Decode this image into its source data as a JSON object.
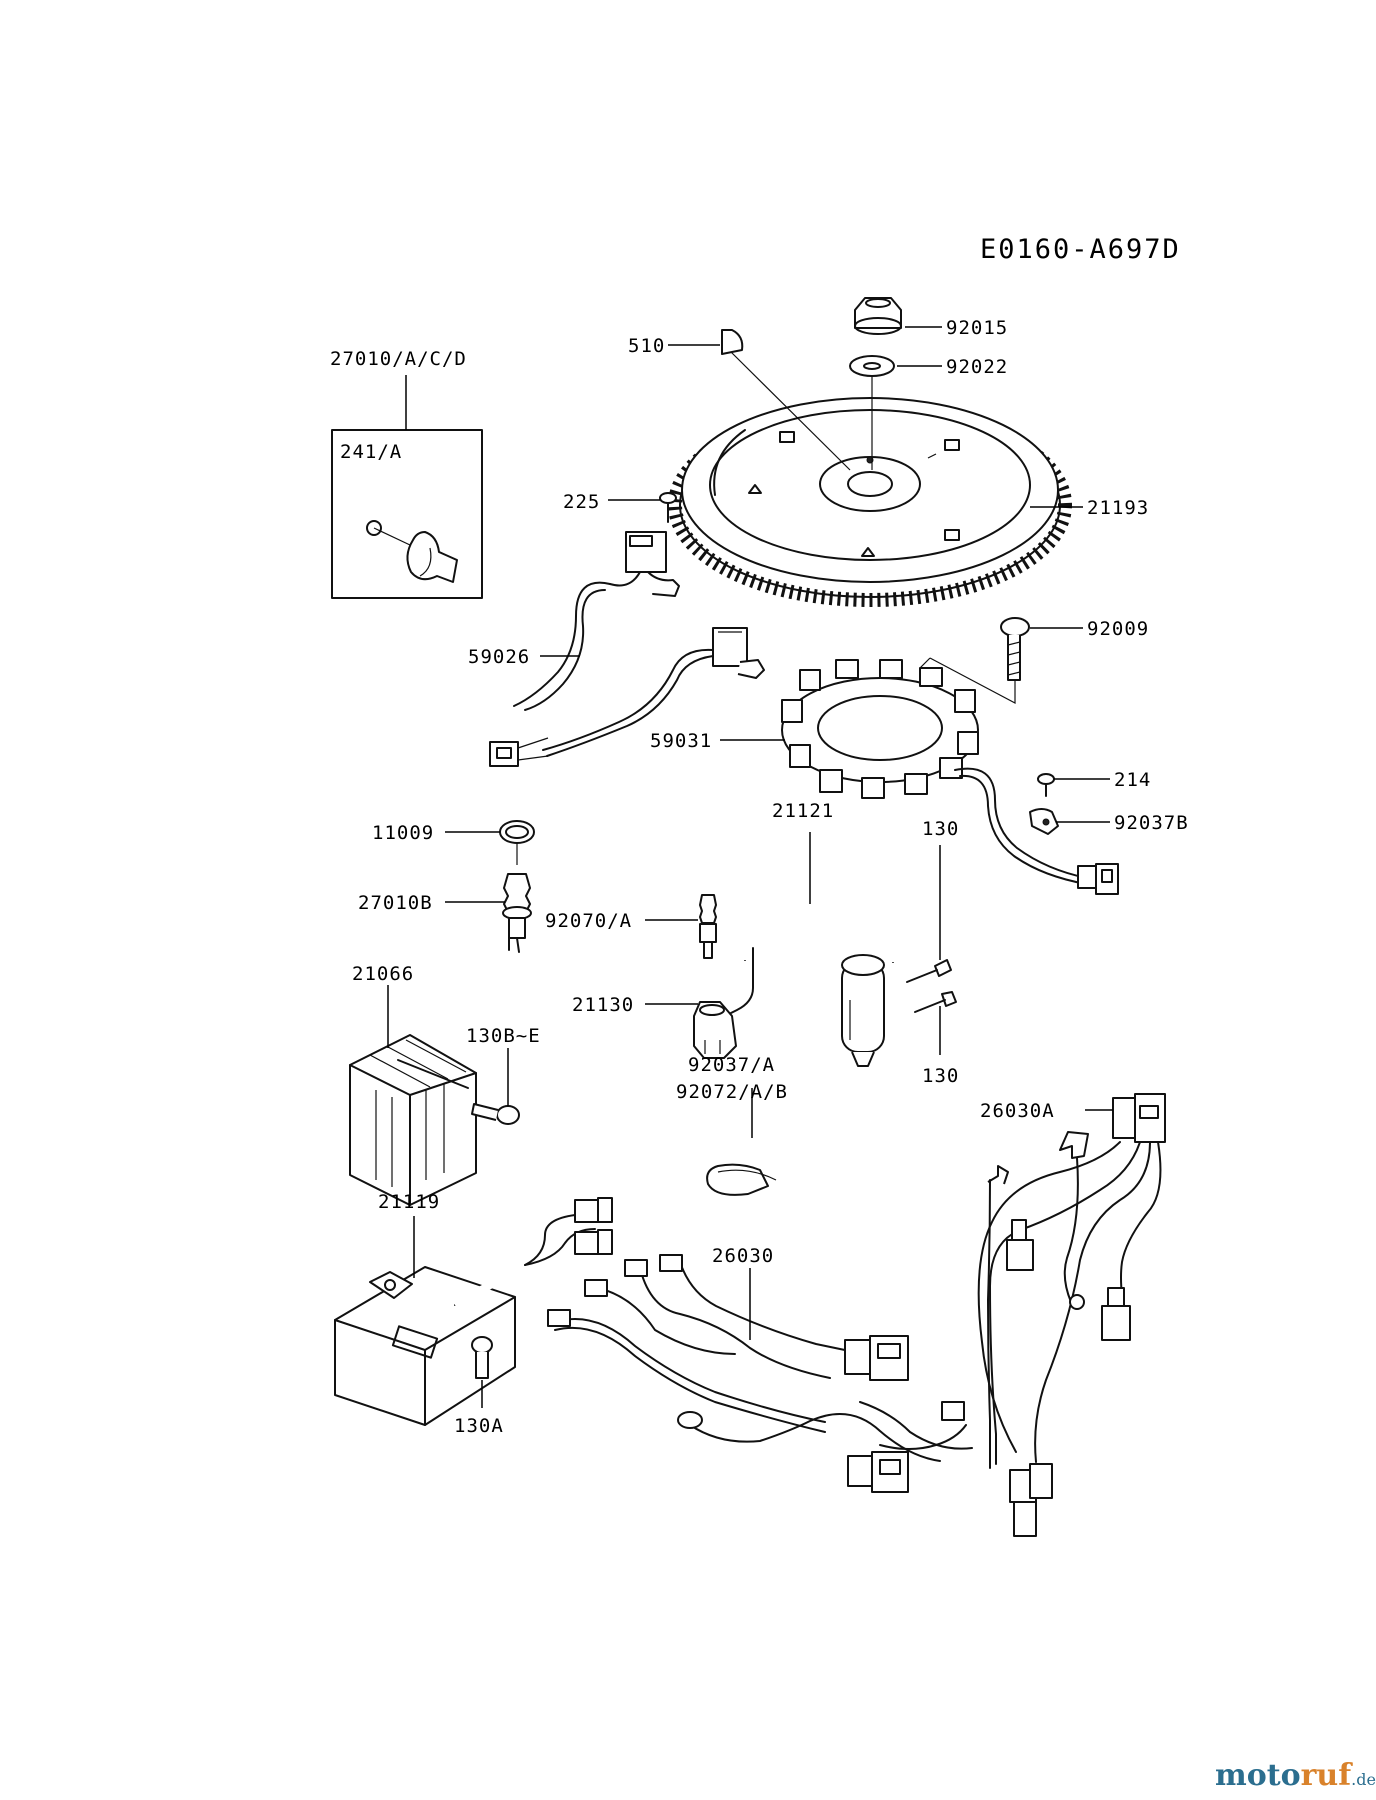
{
  "diagram_code": "E0160-A697D",
  "labels": {
    "p510": "510",
    "p92015": "92015",
    "p92022": "92022",
    "p27010acd": "27010/A/C/D",
    "p241a": "241/A",
    "p225": "225",
    "p21193": "21193",
    "p92009": "92009",
    "p59026": "59026",
    "p59031": "59031",
    "p214": "214",
    "p21121": "21121",
    "p130_top": "130",
    "p92037b": "92037B",
    "p11009": "11009",
    "p27010b": "27010B",
    "p92070a": "92070/A",
    "p21066": "21066",
    "p130be": "130B~E",
    "p21130": "21130",
    "p130_bottom": "130",
    "p92037a": "92037/A",
    "p92072ab": "92072/A/B",
    "p26030a": "26030A",
    "p21119": "21119",
    "p26030": "26030",
    "p130a": "130A"
  },
  "watermark": {
    "part1": "moto",
    "part2": "ruf",
    "suffix": ".de"
  }
}
